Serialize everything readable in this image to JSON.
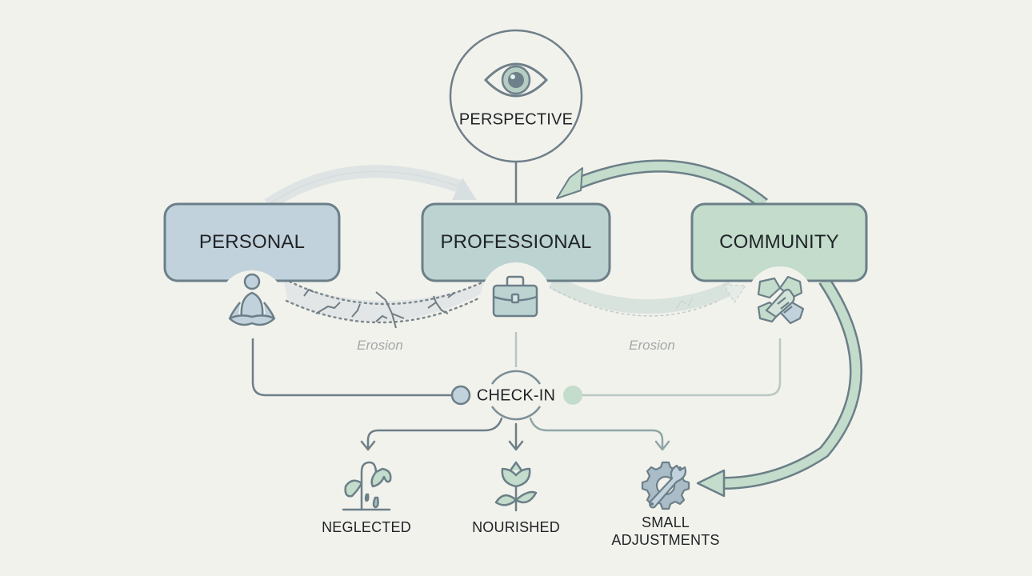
{
  "diagram": {
    "perspective": {
      "label": "PERSPECTIVE",
      "icon": "eye-icon"
    },
    "domains": [
      {
        "id": "personal",
        "label": "PERSONAL",
        "icon": "meditation-icon",
        "fill": "#c2d2dc"
      },
      {
        "id": "professional",
        "label": "PROFESSIONAL",
        "icon": "briefcase-icon",
        "fill": "#bcd3d2"
      },
      {
        "id": "community",
        "label": "COMMUNITY",
        "icon": "hands-together-icon",
        "fill": "#c3dccb"
      }
    ],
    "erosion_labels": [
      "Erosion",
      "Erosion"
    ],
    "checkin": {
      "label": "CHECK-IN"
    },
    "outcomes": [
      {
        "id": "neglected",
        "label": "NEGLECTED",
        "icon": "wilted-plant-icon"
      },
      {
        "id": "nourished",
        "label": "NOURISHED",
        "icon": "flower-icon"
      },
      {
        "id": "small-adjustments",
        "label_line1": "SMALL",
        "label_line2": "ADJUSTMENTS",
        "icon": "gear-wrench-icon"
      }
    ],
    "colors": {
      "background": "#f2f2ec",
      "stroke": "#6b7f8a",
      "blue_fill": "#c2d2dc",
      "teal_fill": "#bcd3d2",
      "green_fill": "#c3dccb",
      "faded_arrow": "#d9dfe2",
      "erosion_text": "#a3a8aa"
    }
  }
}
